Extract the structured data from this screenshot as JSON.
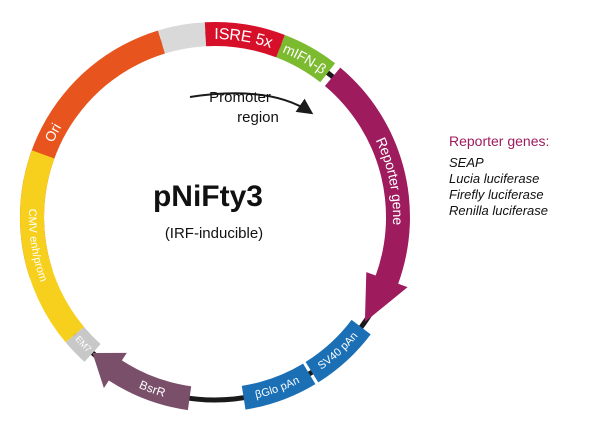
{
  "plasmid": {
    "name": "pNiFty3",
    "subtitle": "(IRF-inducible)",
    "promoter_annotation": [
      "Promoter",
      "region"
    ],
    "colors": {
      "ring": "#1a1a1a",
      "ori": "#e8541e",
      "gap": "#d9d9d9",
      "isre": "#d7102a",
      "mifn": "#7cba2f",
      "reporter": "#9e1b5e",
      "sv40": "#1a6fb5",
      "bglo": "#1a6fb5",
      "bsrr": "#7a4f6a",
      "emt": "#c8c8c8",
      "cmv": "#f7d01d"
    },
    "features": {
      "isre": "ISRE 5x",
      "mifn": "mIFN-β",
      "reporter": "Reporter gene",
      "sv40": "SV40 pAn",
      "bglo": "βGlo pAn",
      "bsrr": "BsrR",
      "emt": "EM7",
      "cmv": "CMV enh/prom",
      "ori": "Ori"
    }
  },
  "reporter_genes": {
    "title": "Reporter genes:",
    "items": [
      "SEAP",
      "Lucia luciferase",
      "Firefly luciferase",
      "Renilla luciferase"
    ]
  }
}
